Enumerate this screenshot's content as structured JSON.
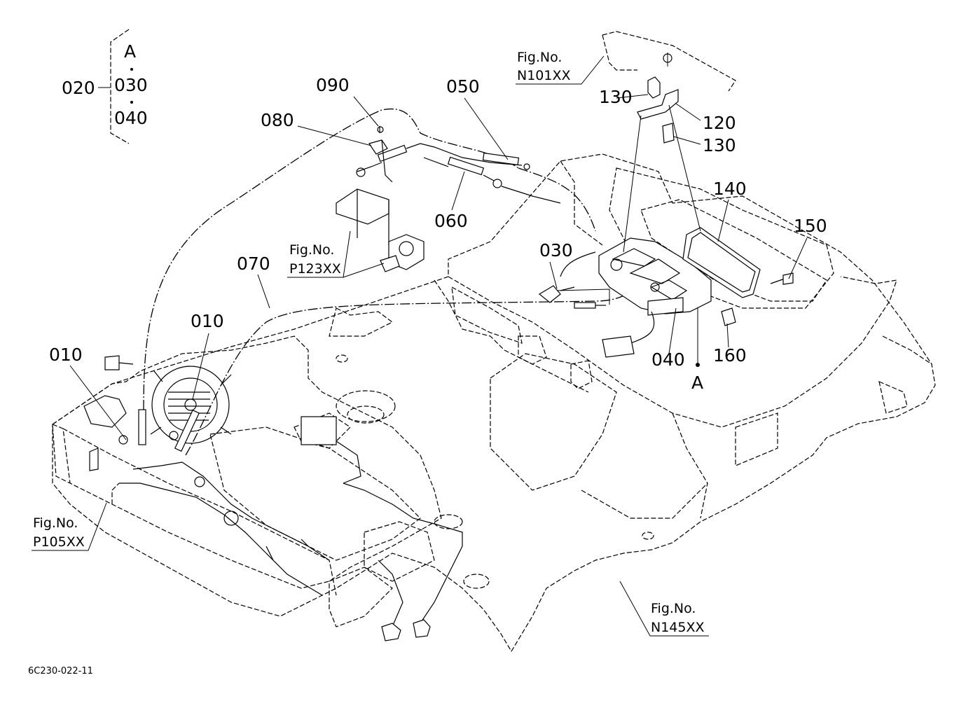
{
  "bracket_group": {
    "label_020": "020",
    "label_A": "A",
    "label_030": "030",
    "label_040": "040"
  },
  "callouts": {
    "c010_left": "010",
    "c010_right": "010",
    "c030": "030",
    "c040": "040",
    "c050": "050",
    "c060": "060",
    "c070": "070",
    "c080": "080",
    "c090": "090",
    "c120": "120",
    "c130_top": "130",
    "c130_bottom": "130",
    "c140": "140",
    "c150": "150",
    "c160": "160",
    "cA": "A"
  },
  "figure_refs": {
    "n101": {
      "line1": "Fig.No.",
      "line2": "N101XX"
    },
    "p123": {
      "line1": "Fig.No.",
      "line2": "P123XX"
    },
    "p105": {
      "line1": "Fig.No.",
      "line2": "P105XX"
    },
    "n145": {
      "line1": "Fig.No.",
      "line2": "N145XX"
    }
  },
  "drawing_code": "6C230-022-11"
}
